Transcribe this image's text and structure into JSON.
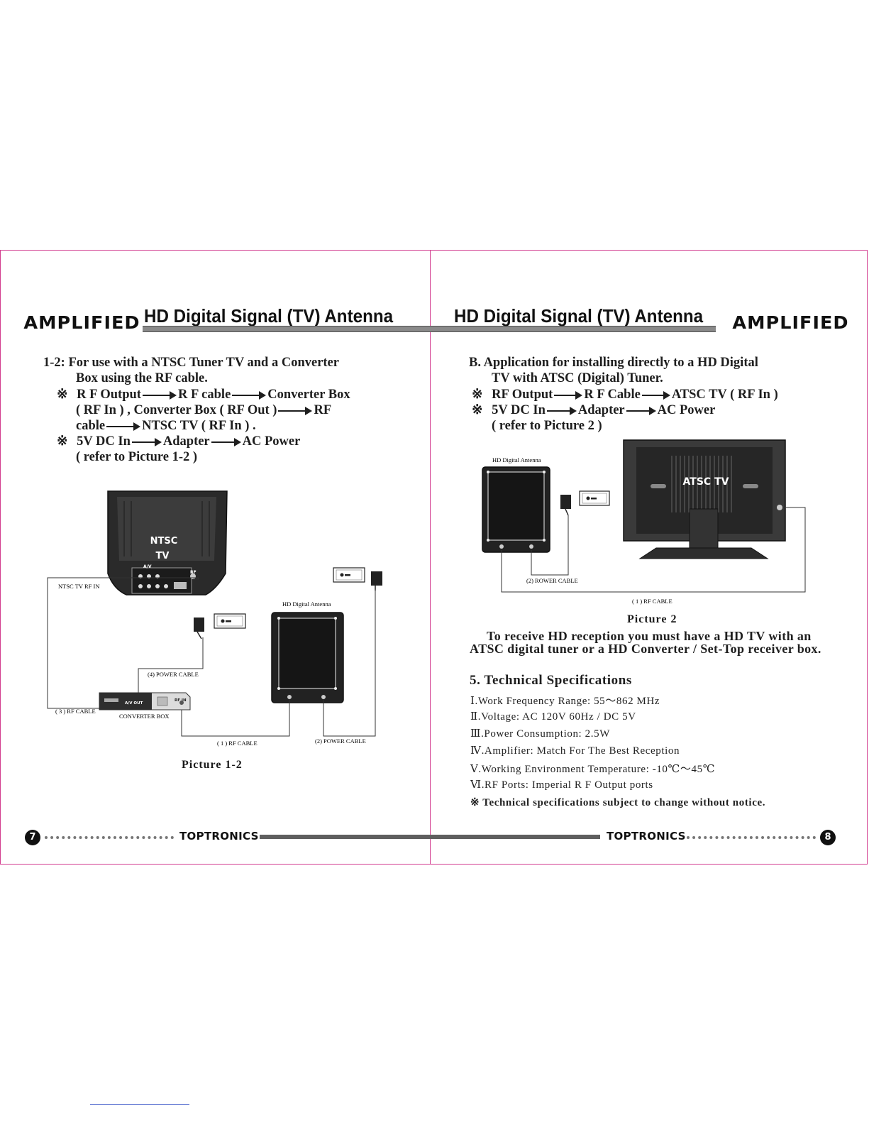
{
  "header": {
    "amplified": "AMPLIFIED",
    "title": "HD Digital Signal (TV) Antenna"
  },
  "left": {
    "l1": "1-2: For use with a NTSC Tuner TV and a Converter",
    "l2": "Box using the RF  cable.",
    "b1_mark": "※",
    "b1_a": "R F  Output",
    "b1_b": "R F cable",
    "b1_c": "Converter Box",
    "b1_d": "( RF In ) ,  Converter Box ( RF Out )",
    "b1_e": "RF",
    "b1_f": "cable",
    "b1_g": "NTSC TV ( RF In ) .",
    "b2_mark": "※",
    "b2_a": "5V DC In",
    "b2_b": "Adapter",
    "b2_c": "AC Power",
    "ref": "( refer to Picture 1-2 )"
  },
  "pic1": {
    "tv_label_1": "NTSC",
    "tv_label_2": "TV",
    "rf_in": "NTSC TV RF IN",
    "antenna": "HD Digital  Antenna",
    "power4": "(4) POWER CABLE",
    "rf3": "( 3 ) RF CABLE",
    "box": "CONVERTER BOX",
    "rf1": "( 1 ) RF CABLE",
    "power2": "(2) POWER CABLE",
    "caption": "Picture 1-2",
    "av": "A/V",
    "rf": "RF",
    "av_out": "A/V OUT",
    "rf_in_port": "RF IN"
  },
  "right": {
    "r1": "B.  Application for installing directly to a HD Digital",
    "r2": "TV with ATSC (Digital) Tuner.",
    "b1_mark": "※",
    "b1_a": "RF Output",
    "b1_b": "R F Cable",
    "b1_c": "ATSC TV ( RF In )",
    "b2_mark": "※",
    "b2_a": "5V DC In",
    "b2_b": "Adapter",
    "b2_c": "AC Power",
    "ref": "( refer to Picture 2 )"
  },
  "pic2": {
    "antenna": "HD Digital  Antenna",
    "tv_label": "ATSC TV",
    "power": "(2) ROWER CABLE",
    "rf": "( 1 ) RF CABLE",
    "caption": "Picture 2"
  },
  "receive": {
    "l1": "To receive HD reception you must have a HD TV with an",
    "l2": "ATSC digital tuner or a HD Converter / Set-Top receiver box."
  },
  "specs": {
    "heading": "5. Technical Specifications",
    "items": [
      "Ⅰ.Work  Frequency  Range:  55～862 MHz",
      "Ⅱ.Voltage: AC  120V  60Hz  /  DC 5V",
      "Ⅲ.Power Consumption: 2.5W",
      "Ⅳ.Amplifier: Match  For  The  Best  Reception",
      "Ⅴ.Working  Environment  Temperature: -10℃～45℃",
      "Ⅵ.RF Ports:  Imperial  R F  Output  ports"
    ],
    "note": "※ Technical  specifications  subject  to  change  without  notice."
  },
  "footer": {
    "left_page": "7",
    "right_page": "8",
    "brand": "TOPTRONICS"
  }
}
